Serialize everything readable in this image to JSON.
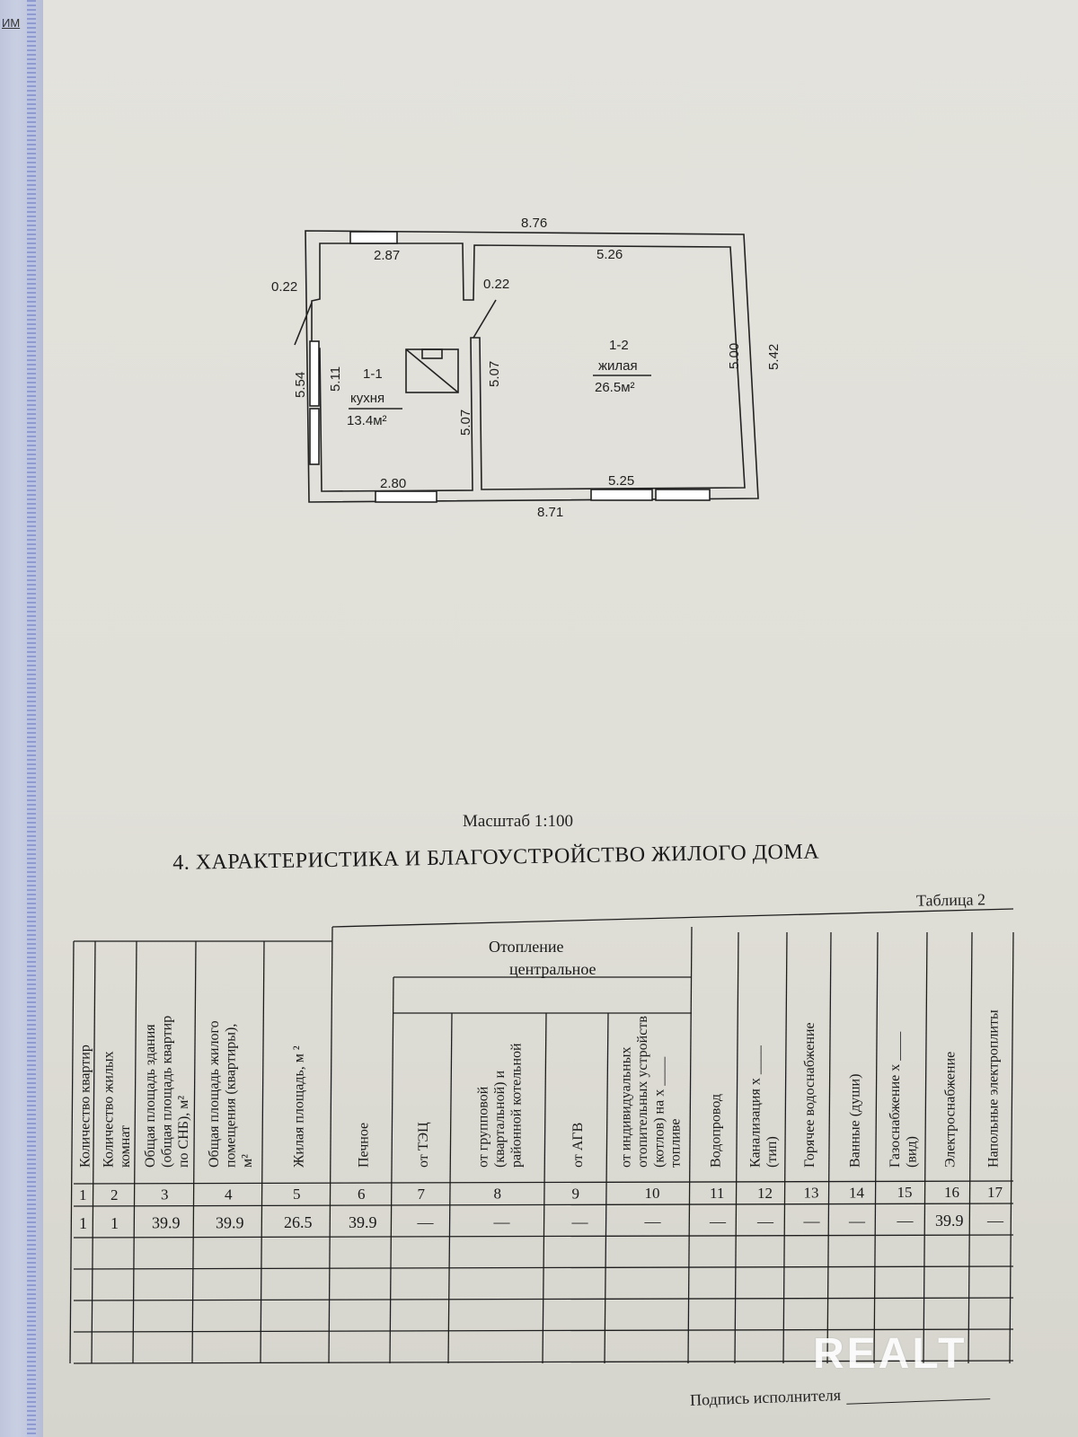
{
  "edge_label": "ИМ",
  "floor_plan": {
    "outer_top": "8.76",
    "outer_bottom": "8.71",
    "outer_left": "5.54",
    "outer_right": "5.42",
    "kitchen_top": "2.87",
    "kitchen_bottom": "2.80",
    "kitchen_left": "5.11",
    "kitchen_right": "5.07",
    "living_top": "5.26",
    "living_bottom": "5.25",
    "living_left": "5.07",
    "living_right": "5.00",
    "wall_left": "0.22",
    "wall_inner": "0.22",
    "room1_id": "1-1",
    "room1_name": "кухня",
    "room1_area": "13.4м²",
    "room2_id": "1-2",
    "room2_name": "жилая",
    "room2_area": "26.5м²"
  },
  "scale": "Масштаб 1:100",
  "section_title": "4. ХАРАКТЕРИСТИКА И БЛАГОУСТРОЙСТВО ЖИЛОГО ДОМА",
  "table_label": "Таблица 2",
  "table": {
    "heating_header": "Отопление",
    "central_header": "центральное",
    "columns": [
      "Количество квартир",
      "Количество жилых комнат",
      "Общая площадь здания (общая площадь квартир по СНБ), м²",
      "Общая площадь жилого помещения (квартиры), м²",
      "Жилая площадь, м ²",
      "Печное",
      "от ТЭЦ",
      "от групповой (квартальной) и районной котельной",
      "от АГВ",
      "от индивидуальных отопительных устройств (котлов) на х ____ топливе",
      "Водопровод",
      "Канализация х ____ (тип)",
      "Горячее водоснабжение",
      "Ванные (души)",
      "Газоснабжение х ____ (вид)",
      "Электроснабжение",
      "Напольные электроплиты"
    ],
    "numbers": [
      "1",
      "2",
      "3",
      "4",
      "5",
      "6",
      "7",
      "8",
      "9",
      "10",
      "11",
      "12",
      "13",
      "14",
      "15",
      "16",
      "17"
    ],
    "row1": [
      "1",
      "1",
      "39.9",
      "39.9",
      "26.5",
      "39.9",
      "—",
      "—",
      "—",
      "—",
      "—",
      "—",
      "—",
      "—",
      "—",
      "39.9",
      "—"
    ]
  },
  "signature_label": "Подпись исполнителя",
  "watermark": "REALT"
}
